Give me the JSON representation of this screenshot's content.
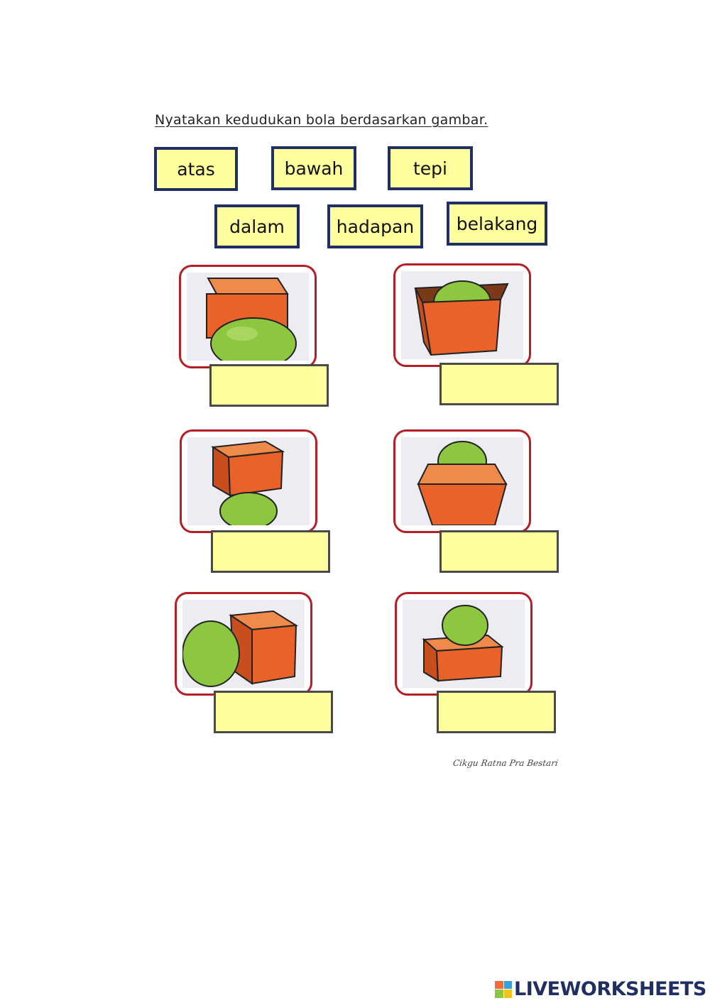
{
  "instruction": "Nyatakan kedudukan bola berdasarkan gambar.",
  "word_bank": [
    "atas",
    "bawah",
    "tepi",
    "dalam",
    "hadapan",
    "belakang"
  ],
  "answers": [
    "",
    "",
    "",
    "",
    "",
    ""
  ],
  "colors": {
    "tile_fill": "#ffff9e",
    "tile_border": "#1f2f63",
    "frame_border": "#b41e24",
    "box_orange": "#e8622a",
    "ball_green": "#8dc63f"
  },
  "signature": "Cikgu Ratna Pra Bestari",
  "brand": "LIVEWORKSHEETS"
}
